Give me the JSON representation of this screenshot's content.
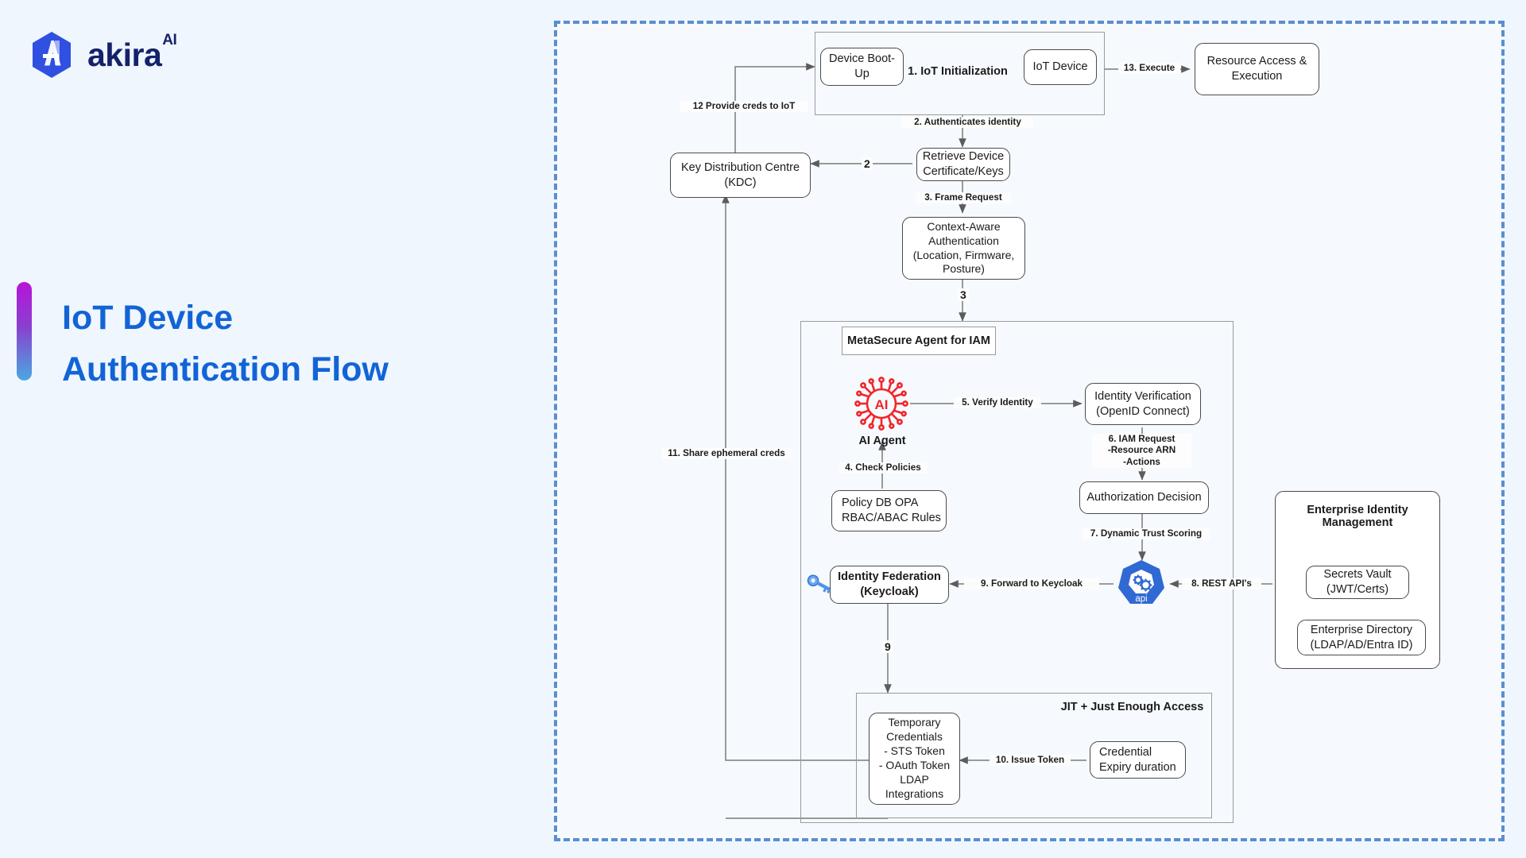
{
  "brand": {
    "name": "akira",
    "superscript": "AI",
    "logo_icon": "akira-hexagon-logo",
    "logo_color": "#2f50e0",
    "wordmark_color": "#16216b"
  },
  "page_title": {
    "line1": "IoT Device",
    "line2": "Authentication Flow",
    "color": "#1264d6",
    "accent_gradient_from": "#b714d8",
    "accent_gradient_to": "#4aa8e0"
  },
  "diagram": {
    "frame_border_color": "#5b8ed0",
    "groups": [
      {
        "id": "iot_init",
        "label": "1. IoT Initialization"
      },
      {
        "id": "metasecure",
        "label": "MetaSecure Agent for IAM"
      },
      {
        "id": "jit",
        "label": "JIT + Just Enough Access"
      },
      {
        "id": "eim",
        "label": "Enterprise Identity\nManagement"
      }
    ],
    "nodes": {
      "device_bootup": "Device Boot-Up",
      "iot_device": "IoT Device",
      "resource_access": "Resource Access &\nExecution",
      "kdc": "Key Distribution Centre\n(KDC)",
      "retrieve_cert": "Retrieve Device\nCertificate/Keys",
      "context_auth": "Context-Aware\nAuthentication\n(Location, Firmware,\nPosture)",
      "ai_agent_caption": "AI Agent",
      "identity_verification": "Identity Verification\n(OpenID Connect)",
      "policy_db": "Policy DB OPA\nRBAC/ABAC Rules",
      "authorization_decision": "Authorization  Decision",
      "identity_federation": "Identity Federation\n(Keycloak)",
      "api_badge": "api",
      "secrets_vault": "Secrets Vault\n(JWT/Certs)",
      "enterprise_directory": "Enterprise Directory\n(LDAP/AD/Entra ID)",
      "temp_credentials": "Temporary\nCredentials\n-  STS Token\n-  OAuth Token\nLDAP\nIntegrations",
      "credential_expiry": "Credential\nExpiry duration"
    },
    "edge_labels": {
      "e12": "12 Provide creds to IoT",
      "e13": "13. Execute",
      "e2_auth": "2. Authenticates identity",
      "e2": "2",
      "e3_frame": "3. Frame Request",
      "e3": "3",
      "e4": "4. Check Policies",
      "e5": "5. Verify Identity",
      "e6": "6. IAM Request\n-Resource ARN\n-Actions",
      "e7": "7. Dynamic Trust Scoring",
      "e8": "8. REST API's",
      "e9_forward": "9. Forward to Keycloak",
      "e9": "9",
      "e10": "10. Issue Token",
      "e11": "11. Share ephemeral creds"
    },
    "icons": {
      "ai_agent": "ai-chip-icon",
      "ai_agent_color": "#f2252a",
      "key": "key-icon",
      "key_color": "#3b82f6",
      "api": "api-kubernetes-icon",
      "api_color": "#3069d3"
    }
  }
}
